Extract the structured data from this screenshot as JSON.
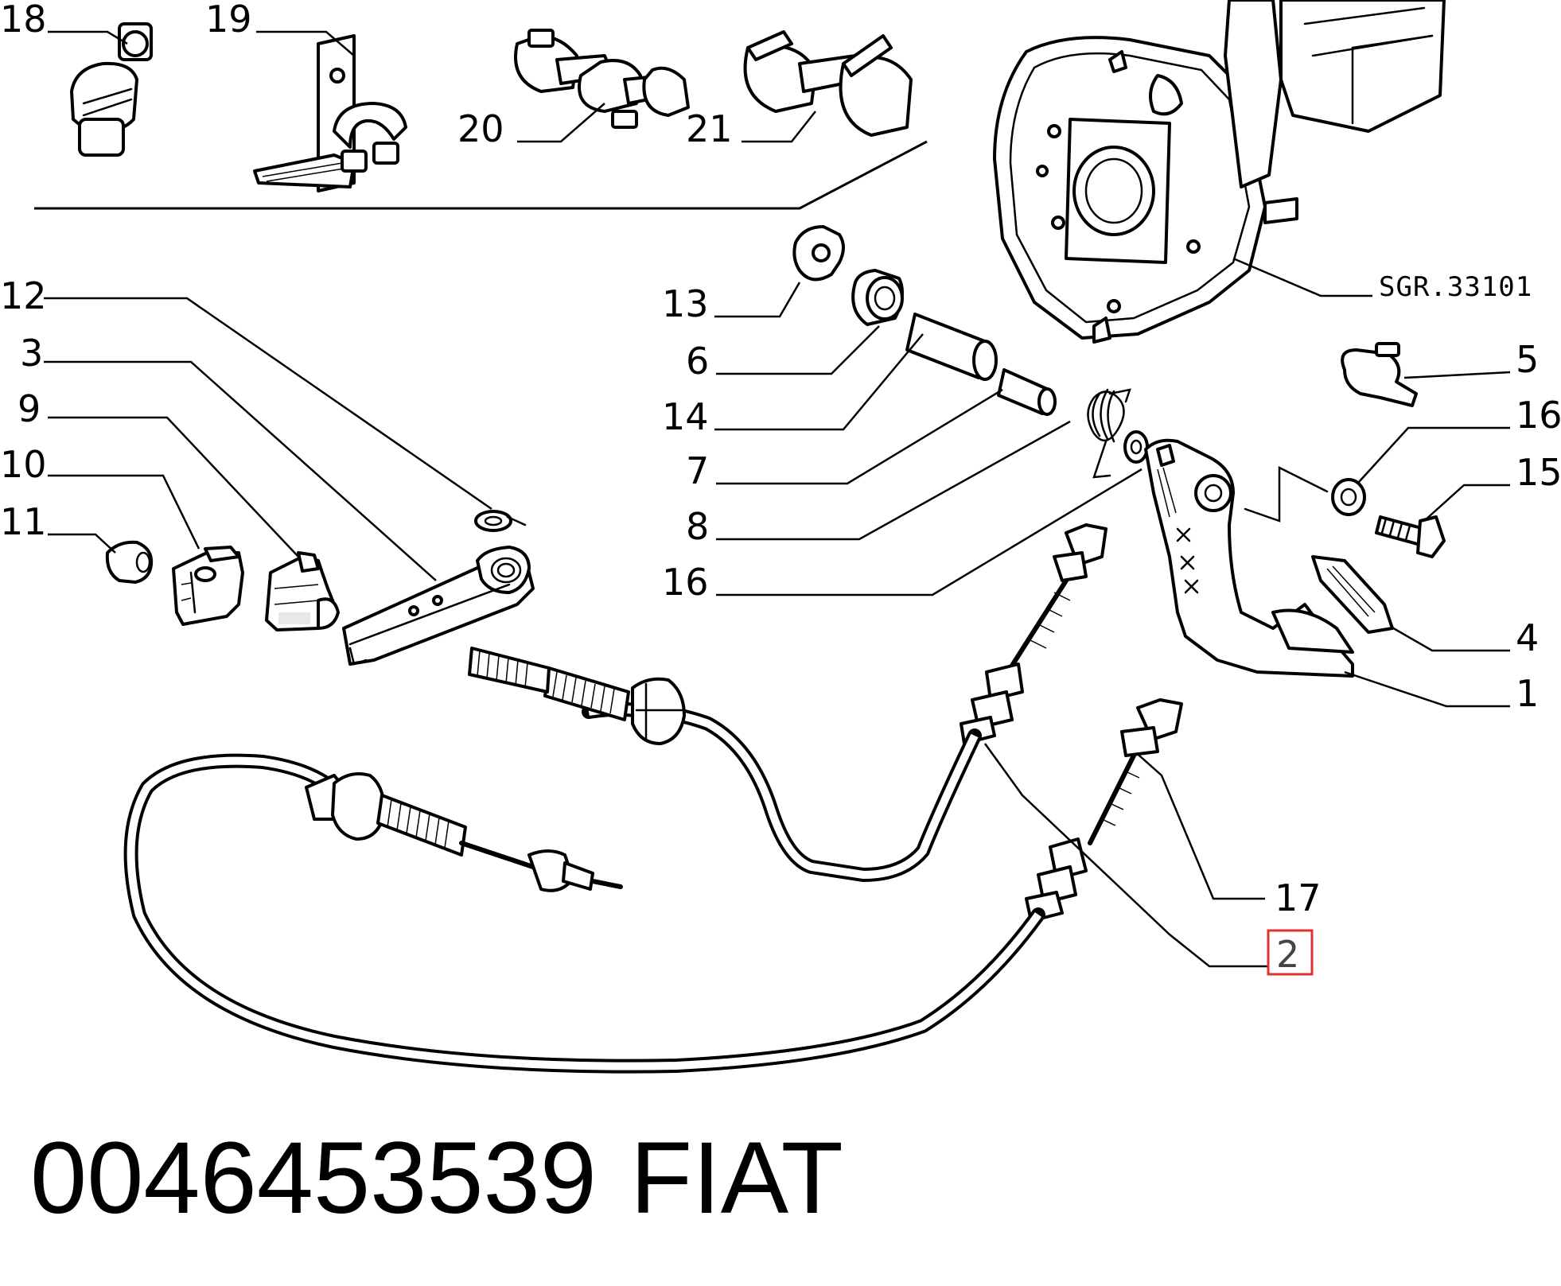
{
  "diagram": {
    "callouts": {
      "c18": "18",
      "c19": "19",
      "c20": "20",
      "c21": "21",
      "c12": "12",
      "c3": "3",
      "c9": "9",
      "c10": "10",
      "c11": "11",
      "c13": "13",
      "c6": "6",
      "c14": "14",
      "c7": "7",
      "c8": "8",
      "c16a": "16",
      "c5": "5",
      "c16b": "16",
      "c15": "15",
      "c4": "4",
      "c1": "1",
      "c17": "17",
      "c2": "2"
    },
    "reference_code": "SGR.33101",
    "highlighted_callout": "2",
    "highlight_color": "#e03030"
  },
  "footer": {
    "part_number": "0046453539",
    "brand": "FIAT"
  }
}
